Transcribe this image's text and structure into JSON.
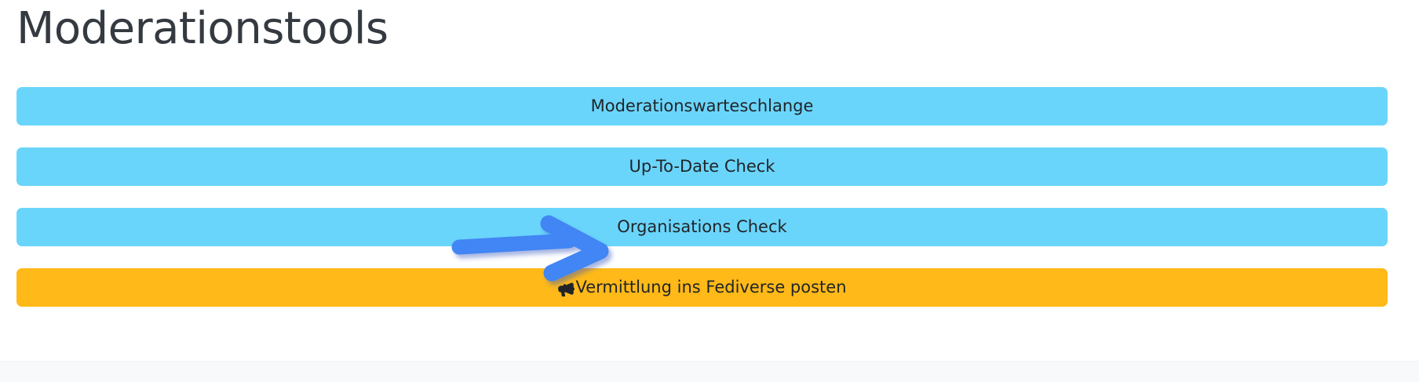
{
  "page": {
    "title": "Moderationstools",
    "background_color": "#ffffff",
    "bottom_strip_color": "#f8f9fa"
  },
  "colors": {
    "title_text": "#343a40",
    "button_info": "#6ad5fb",
    "button_warning": "#ffb918",
    "button_text": "#212529",
    "annotation_arrow": "#4285f4"
  },
  "buttons": [
    {
      "label": "Moderationswarteschlange",
      "style": "info",
      "icon": null,
      "annotated": false
    },
    {
      "label": "Up-To-Date Check",
      "style": "info",
      "icon": null,
      "annotated": false
    },
    {
      "label": "Organisations Check",
      "style": "info",
      "icon": null,
      "annotated": true
    },
    {
      "label": "Vermittlung ins Fediverse posten",
      "style": "warning",
      "icon": "bullhorn-icon",
      "annotated": false
    }
  ],
  "annotation": {
    "type": "arrow",
    "direction": "right",
    "points_at": "Organisations Check",
    "color": "#4285f4"
  }
}
